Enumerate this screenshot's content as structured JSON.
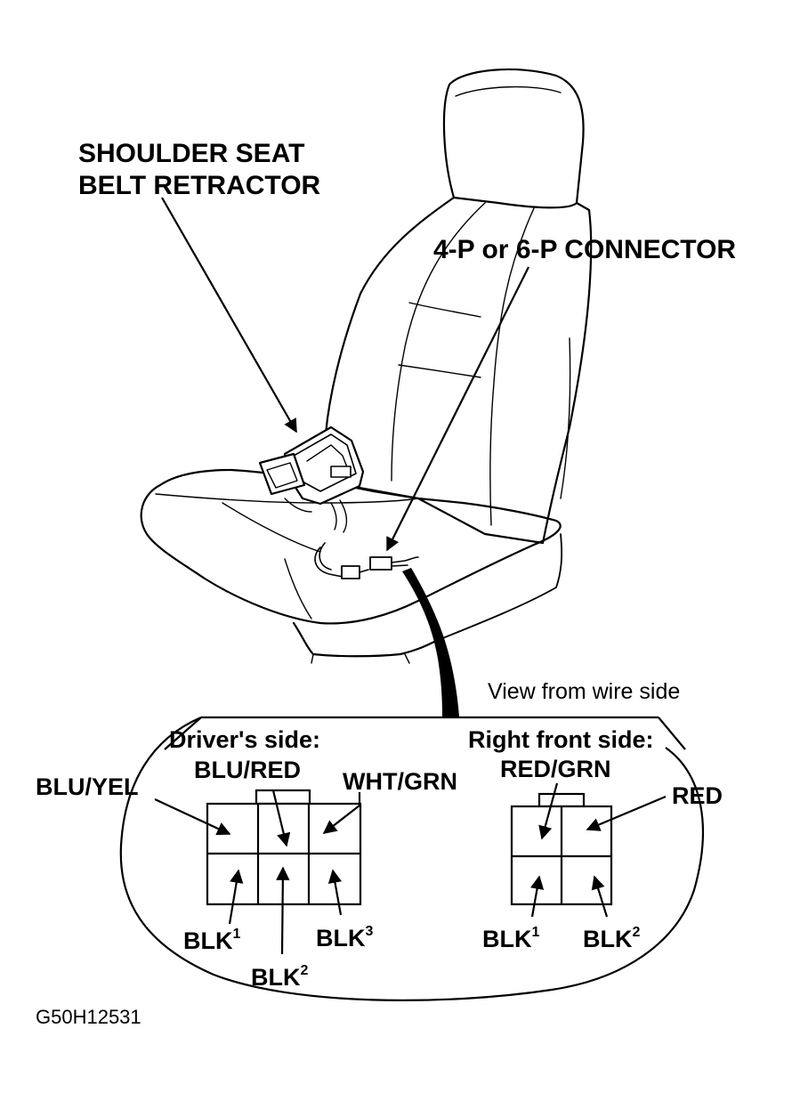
{
  "labels": {
    "retractor_line1": "SHOULDER SEAT",
    "retractor_line2": "BELT RETRACTOR",
    "connector": "4-P or 6-P CONNECTOR",
    "view_note": "View from wire side",
    "figure_id": "G50H12531"
  },
  "drivers_side": {
    "title": "Driver's side:",
    "top_left": "BLU/YEL",
    "top_middle": "BLU/RED",
    "top_right": "WHT/GRN",
    "bottom_left": "BLK",
    "bottom_left_sup": "1",
    "bottom_middle": "BLK",
    "bottom_middle_sup": "2",
    "bottom_right": "BLK",
    "bottom_right_sup": "3"
  },
  "right_front_side": {
    "title": "Right front side:",
    "top_left": "RED/GRN",
    "top_right": "RED",
    "bottom_left": "BLK",
    "bottom_left_sup": "1",
    "bottom_right": "BLK",
    "bottom_right_sup": "2"
  }
}
